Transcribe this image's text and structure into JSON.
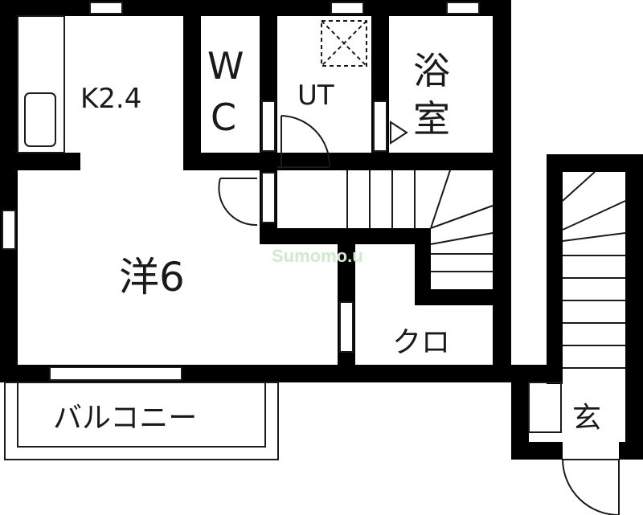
{
  "rooms": {
    "kitchen": "K2.4",
    "wc_line1": "W",
    "wc_line2": "C",
    "utility": "UT",
    "bath_line1": "浴",
    "bath_line2": "室",
    "western": "洋6",
    "closet": "クロ",
    "balcony": "バルコニー",
    "entrance": "玄"
  },
  "watermark": "Sumomo.u",
  "colors": {
    "wall": "#000000",
    "line": "#1a1a1a",
    "watermark": "#cdeccb"
  }
}
